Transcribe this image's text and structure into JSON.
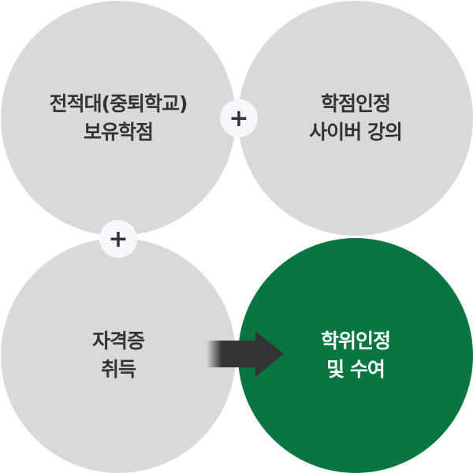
{
  "steps": [
    {
      "line1": "전적대(중퇴학교)",
      "line2": "보유학점"
    },
    {
      "line1": "학점인정",
      "line2": "사이버 강의"
    },
    {
      "line1": "자격증",
      "line2": "취득"
    },
    {
      "line1": "학위인정",
      "line2": "및 수여"
    }
  ],
  "operators": {
    "plus": "+"
  },
  "colors": {
    "gray": "#d9d9d9",
    "green": "#087640",
    "text": "#333333"
  }
}
